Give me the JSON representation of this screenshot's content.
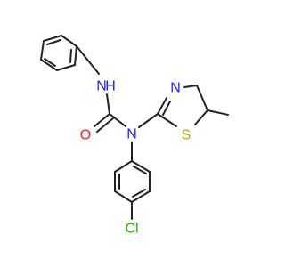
{
  "molecule": {
    "colors": {
      "bond": "#222222",
      "N": "#1e22ff",
      "O": "#ff1a1a",
      "S": "#b8a800",
      "Cl": "#1fb800"
    },
    "atom_labels": {
      "nh": "N",
      "h": "H",
      "o": "O",
      "n_central": "N",
      "n_ring": "N",
      "s": "S",
      "cl": "Cl"
    }
  }
}
